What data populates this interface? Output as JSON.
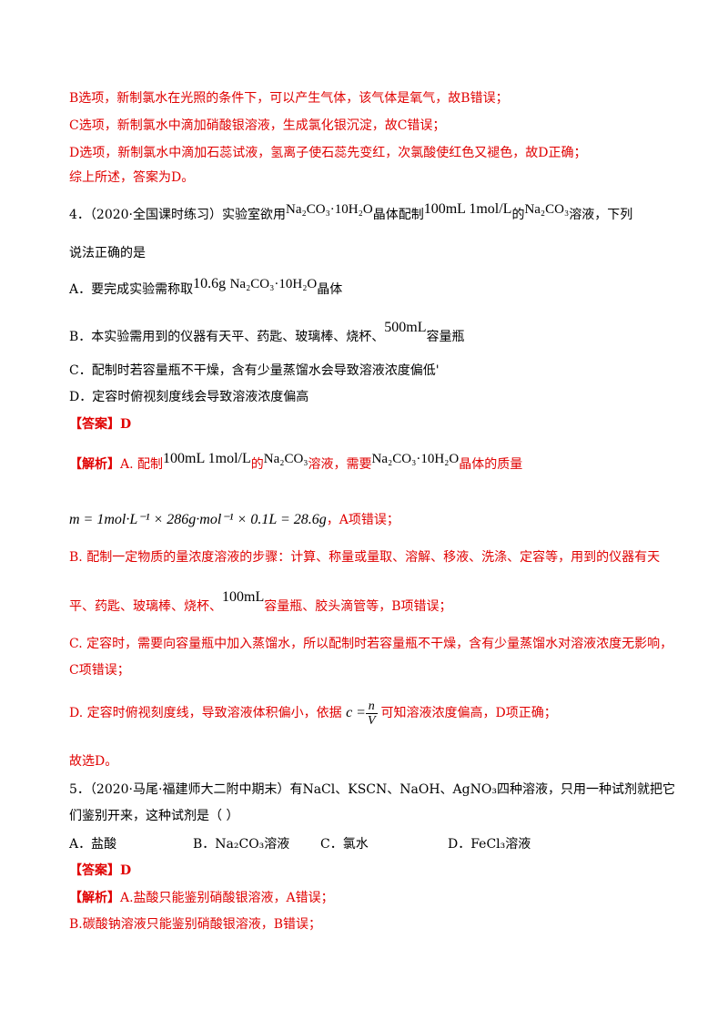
{
  "lines": {
    "l1": "B选项，新制氯水在光照的条件下，可以产生气体，该气体是氧气，故B错误；",
    "l2": "C选项，新制氯水中滴加硝酸银溶液，生成氯化银沉淀，故C错误；",
    "l3": "D选项，新制氯水中滴加石蕊试液，氢离子使石蕊先变红，次氯酸使红色又褪色，故D正确；",
    "l4": "综上所述，答案为D。"
  },
  "q4": {
    "number": "4．",
    "source": "（2020·全国课时练习）实验室欲用",
    "formula_crystal": "Na₂CO₃·10H₂O",
    "text_crystal_prep": "晶体配制",
    "conc": "100mL 1mol/L",
    "text_de": "的",
    "formula_na2co3": "Na₂CO₃",
    "text_rongye_xia": "溶液，下列",
    "line2": "说法正确的是",
    "optA_prefix": "A．要完成实验需称取",
    "optA_mass": "10.6g",
    "optA_formula": "Na₂CO₃·10H₂O",
    "optA_suffix": "晶体",
    "optB_prefix": "B．本实验需用到的仪器有天平、药匙、玻璃棒、烧杯、",
    "optB_vol": "500mL",
    "optB_suffix": "容量瓶",
    "optC": "C．配制时若容量瓶不干燥，含有少量蒸馏水会导致溶液浓度偏低'",
    "optD": "D．定容时俯视刻度线会导致溶液浓度偏高",
    "answer": "【答案】D",
    "exp_label": "【解析】",
    "expA_1": "A. 配制",
    "expA_conc": "100mL 1mol/L",
    "expA_de": "的",
    "expA_formula": "Na₂CO₃",
    "expA_need": "溶液，需要",
    "expA_formula2": "Na₂CO₃·10H₂O",
    "expA_mass": "晶体的质量",
    "calc": "m = 1mol·L⁻¹ × 286g·mol⁻¹ × 0.1L = 28.6g",
    "calc_tail": "，A项错误；",
    "expB_1": "B. 配制一定物质的量浓度溶液的步骤：计算、称量或量取、溶解、移液、洗涤、定容等，用到的仪器有天",
    "expB_2a": "平、药匙、玻璃棒、烧杯、",
    "expB_vol": "100mL",
    "expB_2b": "容量瓶、胶头滴管等，B项错误；",
    "expC_1": "C. 定容时，需要向容量瓶中加入蒸馏水，所以配制时若容量瓶不干燥，含有少量蒸馏水对溶液浓度无影响，",
    "expC_2": "C项错误；",
    "expD_1": "D. 定容时俯视刻度线，导致溶液体积偏小，依据",
    "expD_eq_lhs": "c =",
    "expD_num": "n",
    "expD_den": "V",
    "expD_2": "可知溶液浓度偏高，D项正确；",
    "conclusion": "故选D。"
  },
  "q5": {
    "number": "5．",
    "stem1": "（2020·马尾·福建师大二附中期末）有NaCl、KSCN、NaOH、AgNO₃四种溶液，只用一种试剂就把它",
    "stem2": "们鉴别开来，这种试剂是（    ）",
    "optA": "A．盐酸",
    "optB": "B．Na₂CO₃溶液",
    "optC": "C．氯水",
    "optD": "D．FeCl₃溶液",
    "answer": "【答案】D",
    "exp_label": "【解析】",
    "expA": "A.盐酸只能鉴别硝酸银溶液，A错误；",
    "expB": "B.碳酸钠溶液只能鉴别硝酸银溶液，B错误；"
  },
  "colors": {
    "explanation": "#e00000",
    "text": "#000000"
  }
}
